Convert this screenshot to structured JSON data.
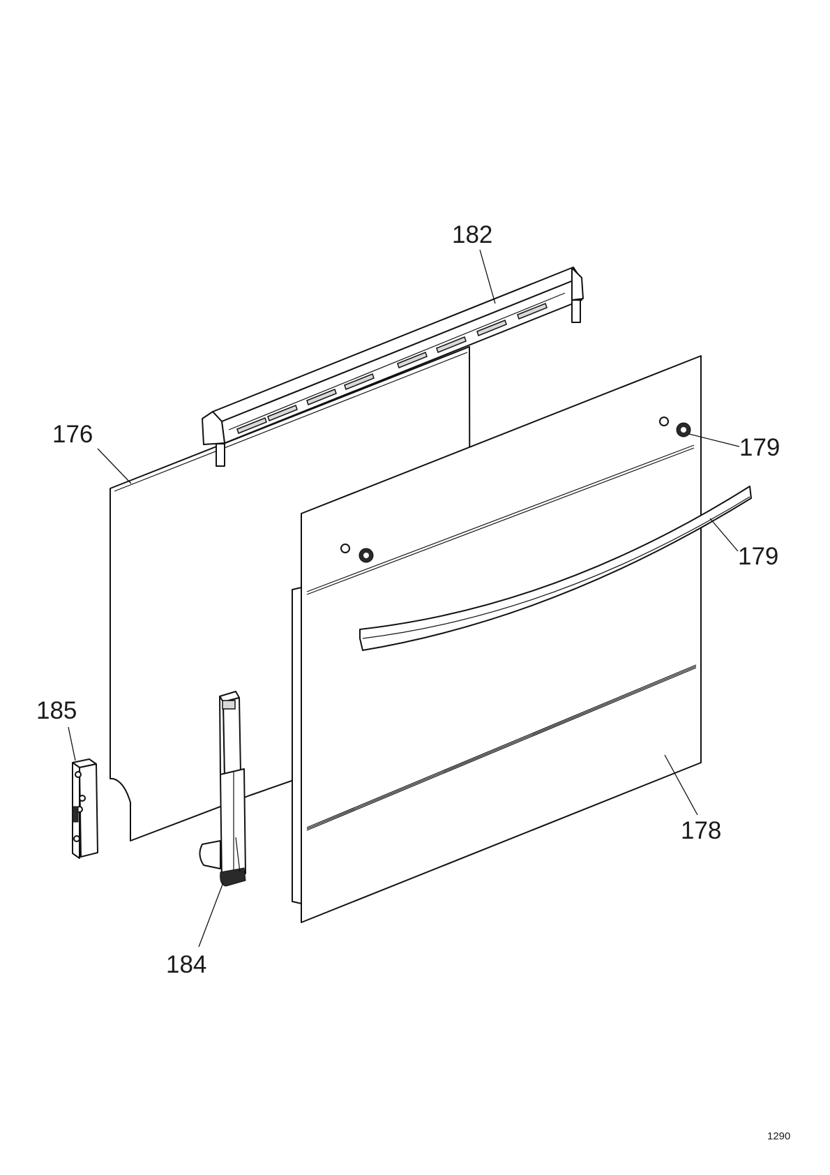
{
  "diagram": {
    "labels": {
      "part_182": "182",
      "part_176": "176",
      "part_179_bush": "179",
      "part_179_handle": "179",
      "part_185": "185",
      "part_178": "178",
      "part_184": "184"
    },
    "sheet_number": "1290"
  }
}
